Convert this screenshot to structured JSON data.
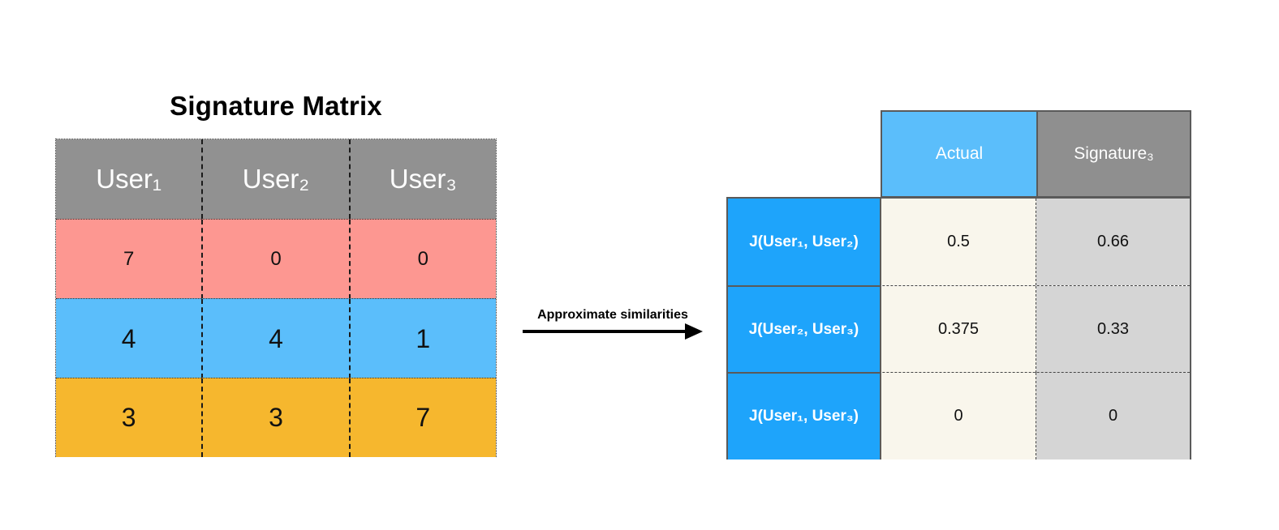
{
  "signature_matrix": {
    "title": "Signature Matrix",
    "headers": [
      "User₁",
      "User₂",
      "User₃"
    ],
    "rows": [
      {
        "values": [
          "7",
          "0",
          "0"
        ],
        "color": "#fd9791"
      },
      {
        "values": [
          "4",
          "4",
          "1"
        ],
        "color": "#5bbefb"
      },
      {
        "values": [
          "3",
          "3",
          "7"
        ],
        "color": "#f6b72e"
      }
    ],
    "header_color": "#919191"
  },
  "arrow": {
    "label": "Approximate similarities"
  },
  "similarity_table": {
    "columns": [
      "Actual",
      "Signature₃"
    ],
    "rows": [
      {
        "label": "J(User₁, User₂)",
        "actual": "0.5",
        "signature": "0.66"
      },
      {
        "label": "J(User₂, User₃)",
        "actual": "0.375",
        "signature": "0.33"
      },
      {
        "label": "J(User₁, User₃)",
        "actual": "0",
        "signature": "0"
      }
    ],
    "colors": {
      "actual_header": "#5bbefb",
      "signature_header": "#8f8f8f",
      "row_header": "#1ea4fb",
      "actual_cell": "#f9f6ec",
      "signature_cell": "#d5d5d5"
    }
  }
}
